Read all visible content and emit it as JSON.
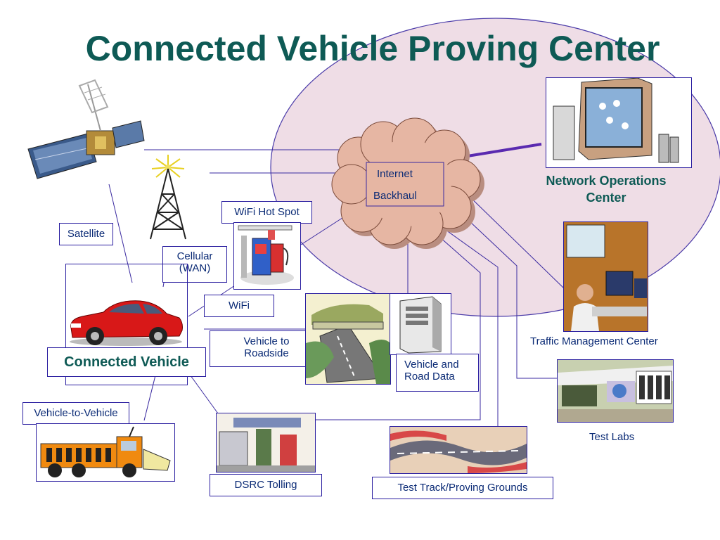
{
  "title": "Connected Vehicle Proving Center",
  "cloud": {
    "line1": "Internet",
    "line2": "Backhaul"
  },
  "labels": {
    "noc": "Network Operations Center",
    "wifi_hot_spot": "WiFi Hot Spot",
    "satellite": "Satellite",
    "cellular_1": "Cellular",
    "cellular_2": "(WAN)",
    "wifi": "WiFi",
    "v2r_1": "Vehicle to",
    "v2r_2": "Roadside",
    "connected_vehicle": "Connected Vehicle",
    "vrd_1": "Vehicle and",
    "vrd_2": "Road Data",
    "tmc": "Traffic Management Center",
    "test_labs": "Test Labs",
    "v2v": "Vehicle-to-Vehicle",
    "dsrc": "DSRC Tolling",
    "test_track": "Test Track/Proving Grounds"
  },
  "colors": {
    "title": "#0e5a55",
    "ellipse_fill": "#efdde6",
    "ellipse_stroke": "#4a3aa8",
    "cloud_fill": "#e6b6a3",
    "link_line": "#3a2aa0",
    "noc_link": "#5a2ab0"
  },
  "icons": [
    "satellite-icon",
    "cell-tower-icon",
    "gas-pump-icon",
    "red-car-icon",
    "highway-icon",
    "server-tower-icon",
    "computer-monitor-icon",
    "operator-workstation-icon",
    "lab-building-icon",
    "snowplow-truck-icon",
    "toll-plaza-icon",
    "test-track-icon"
  ]
}
